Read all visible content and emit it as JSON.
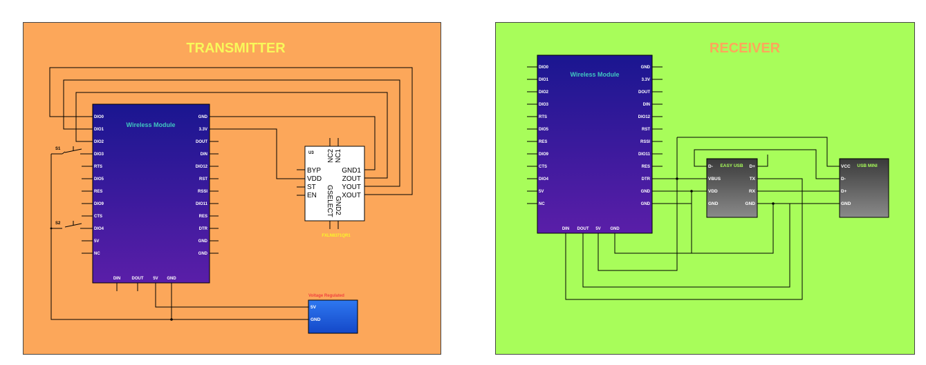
{
  "colors": {
    "tx_background": "#fca75a",
    "rx_background": "#a8fd5a",
    "tx_title": "#f8f85a",
    "rx_title": "#fca75a",
    "module_top": "#1a1690",
    "module_bottom": "#5a1ea8",
    "module_label": "#40c8c0",
    "accel_label": "#f8f828",
    "regulator_label": "#f04040",
    "regulator_fill": "#1e5ae0"
  },
  "transmitter": {
    "title": "TRANSMITTER",
    "module_label": "Wireless Module",
    "left_pins": [
      "DIO0",
      "DIO1",
      "DIO2",
      "DIO3",
      "RTS",
      "DIO5",
      "RES",
      "DIO9",
      "CTS",
      "DIO4",
      "5V",
      "NC"
    ],
    "right_pins": [
      "GND",
      "3.3V",
      "DOUT",
      "DIN",
      "DIO12",
      "RST",
      "RSSI",
      "DIO11",
      "RES",
      "DTR",
      "GND",
      "GND"
    ],
    "bottom_pins": [
      "DIN",
      "DOUT",
      "5V",
      "GND"
    ],
    "switches": [
      "S1",
      "S2"
    ],
    "accelerometer": {
      "ref": "U3",
      "part": "FXLN8371QR1",
      "top_pins": [
        "NC2",
        "NC1"
      ],
      "left_pins": [
        "BYP",
        "VDD",
        "ST",
        "EN"
      ],
      "right_pins": [
        "GND1",
        "ZOUT",
        "YOUT",
        "XOUT"
      ],
      "bottom_pins": [
        "GSELECT",
        "GND2"
      ]
    },
    "regulator": {
      "label": "Voltage Regulated",
      "pins": [
        "5V",
        "GND"
      ]
    }
  },
  "receiver": {
    "title": "RECEIVER",
    "module_label": "Wireless Module",
    "left_pins": [
      "DIO0",
      "DIO1",
      "DIO2",
      "DIO3",
      "RTS",
      "DIO5",
      "RES",
      "DIO9",
      "CTS",
      "DIO4",
      "5V",
      "NC"
    ],
    "right_pins": [
      "GND",
      "3.3V",
      "DOUT",
      "DIN",
      "DIO12",
      "RST",
      "RSSI",
      "DIO11",
      "RES",
      "DTR",
      "GND",
      "GND"
    ],
    "bottom_pins": [
      "DIN",
      "DOUT",
      "5V",
      "GND"
    ],
    "easy_usb": {
      "label": "EASY USB",
      "left_pins": [
        "D-",
        "VBUS",
        "VDD",
        "GND"
      ],
      "right_pins": [
        "D+",
        "TX",
        "RX",
        "GND"
      ]
    },
    "usb_mini": {
      "label": "USB MINI",
      "pins": [
        "VCC",
        "D-",
        "D+",
        "GND"
      ]
    }
  }
}
